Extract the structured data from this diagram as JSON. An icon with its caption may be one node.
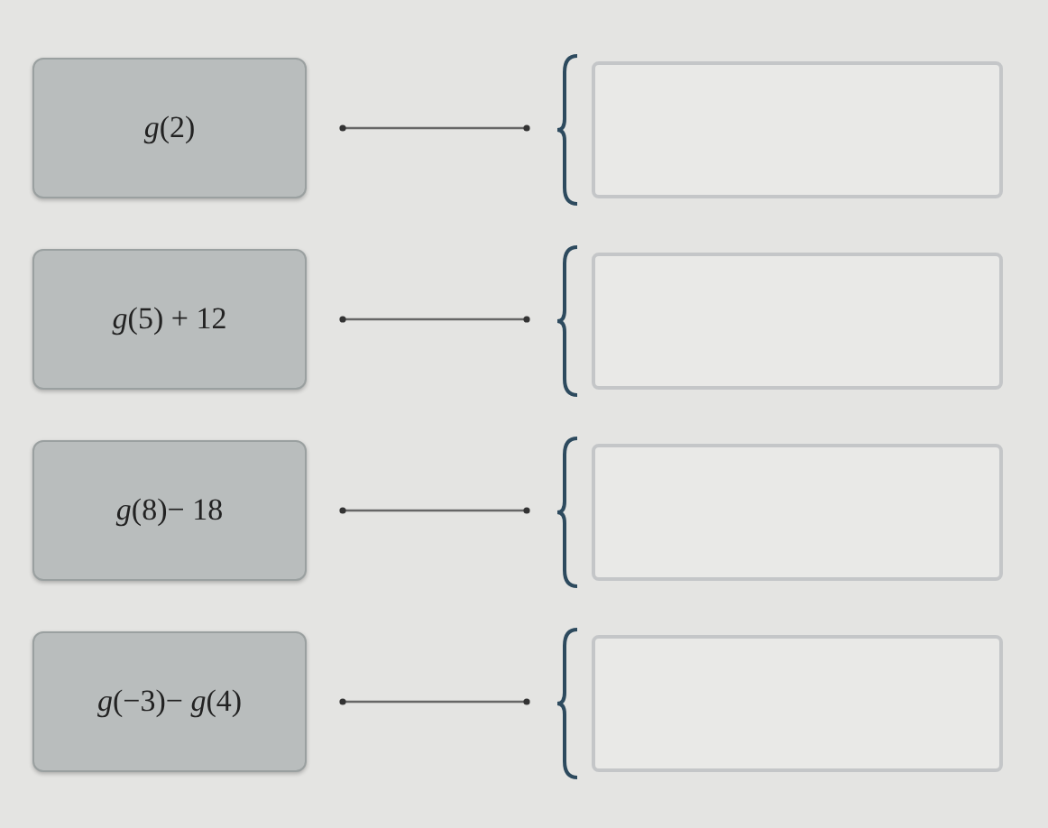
{
  "diagram": {
    "nodes": [
      {
        "text": [
          "*g*(2)"
        ]
      },
      {
        "text": [
          "*g*(5) + 12"
        ]
      },
      {
        "text": [
          "*g*(8)− 18"
        ]
      },
      {
        "text": [
          "*g*(−3)− *g*(4)"
        ]
      },
      {
        "text": [],
        "shape": "box"
      },
      {
        "text": [],
        "shape": "box"
      },
      {
        "text": [],
        "shape": "box"
      },
      {
        "text": [],
        "shape": "box"
      }
    ],
    "edges": [
      {
        "from": 0,
        "to": 4,
        "arrow": "other"
      },
      {
        "from": 1,
        "to": 5,
        "arrow": "other"
      },
      {
        "from": 2,
        "to": 6,
        "arrow": "other"
      },
      {
        "from": 3,
        "to": 7,
        "arrow": "other"
      }
    ]
  }
}
